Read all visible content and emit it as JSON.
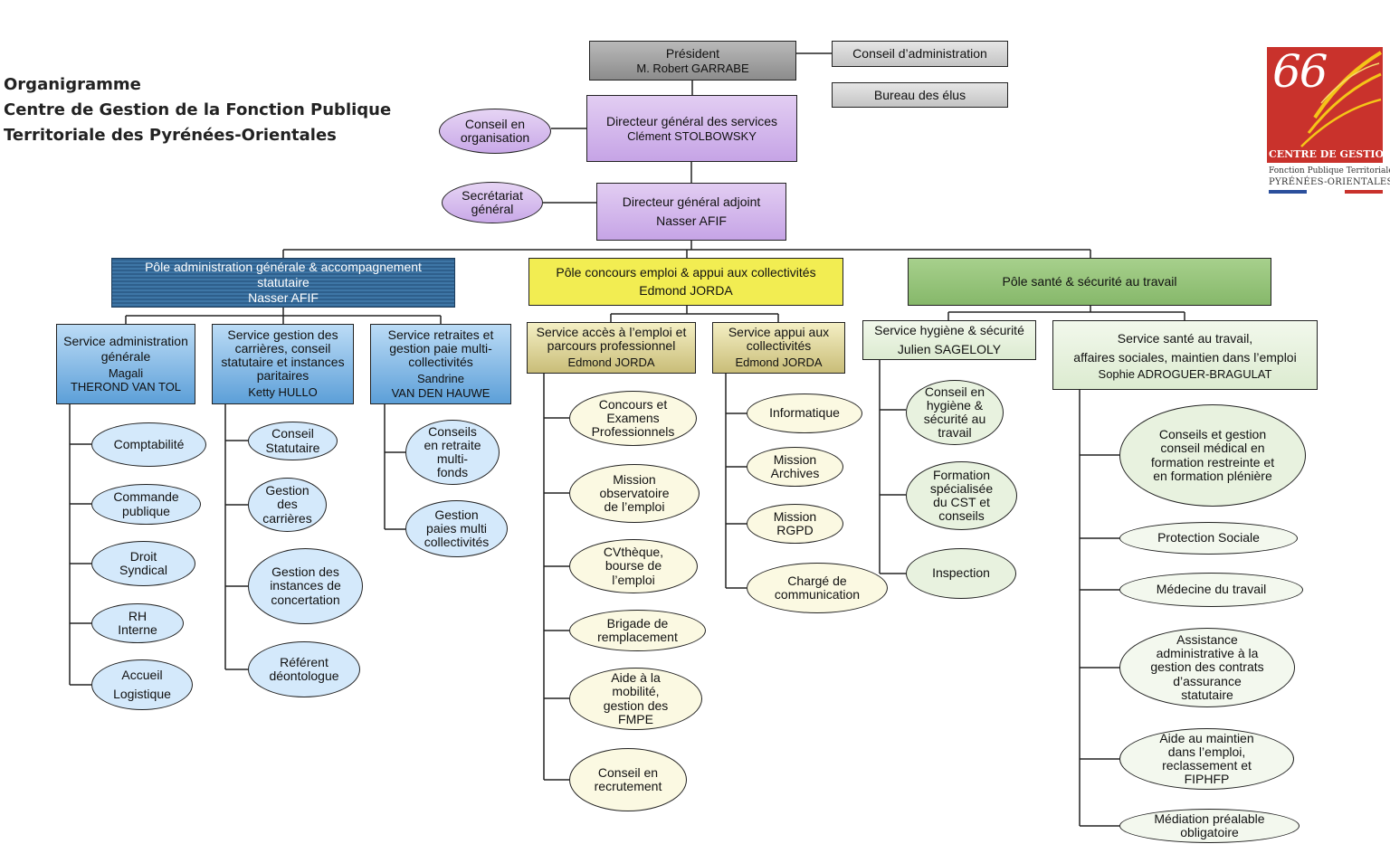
{
  "title": [
    "Organigramme",
    "Centre de Gestion de la Fonction Publique",
    "Territoriale des Pyrénées-Orientales"
  ],
  "logo": {
    "number": "66",
    "line1": "CENTRE DE GESTION",
    "line2": "Fonction Publique Territoriale",
    "line3": "PYRÉNÉES-ORIENTALES"
  },
  "colors": {
    "navy": "#2e5f8c",
    "yellow": "#f2ed52",
    "green": "#86b86a",
    "purple": "#c6a4e6",
    "blue": "#5c9fd8",
    "olive": "#c9bd78",
    "logo_red": "#c9322c",
    "logo_gold": "#f5c518"
  },
  "top": {
    "president": {
      "title": "Président",
      "name": "M. Robert GARRABE"
    },
    "conseil_admin": "Conseil d’administration",
    "bureau": "Bureau des élus",
    "dgs": {
      "title": "Directeur général des services",
      "name": "Clément STOLBOWSKY"
    },
    "conseil_org": "Conseil en\norganisation",
    "dga": {
      "title": "Directeur général adjoint",
      "name": "Nasser AFIF"
    },
    "secretariat": "Secrétariat\ngénéral"
  },
  "poles": {
    "admin": {
      "title": "Pôle administration générale &  accompagnement\nstatutaire",
      "name": "Nasser AFIF"
    },
    "concours": {
      "title": "Pôle concours emploi & appui aux collectivités",
      "name": "Edmond JORDA"
    },
    "sante": {
      "title": "Pôle santé & sécurité au travail"
    }
  },
  "services": {
    "adm_gen": {
      "title": "Service administration\ngénérale",
      "name": "Magali\nTHEROND VAN TOL"
    },
    "carrieres": {
      "title": "Service gestion des\ncarrières, conseil\nstatutaire et instances\nparitaires",
      "name": "Ketty HULLO"
    },
    "retraites": {
      "title": "Service retraites et\ngestion paie multi-\ncollectivités",
      "name": "Sandrine\nVAN DEN HAUWE"
    },
    "acces": {
      "title": "Service accès à l’emploi et\nparcours professionnel",
      "name": "Edmond JORDA"
    },
    "appui": {
      "title": "Service appui aux\ncollectivités",
      "name": "Edmond JORDA"
    },
    "hygiene": {
      "title": "Service hygiène & sécurité",
      "name": "Julien SAGELOLY"
    },
    "sante": {
      "title": "Service santé au travail,\naffaires sociales, maintien dans l’emploi",
      "name": "Sophie ADROGUER-BRAGULAT"
    }
  },
  "activities": {
    "adm_gen": [
      "Comptabilité",
      "Commande\npublique",
      "Droit\nSyndical",
      "RH\nInterne",
      "Accueil\nLogistique"
    ],
    "carrieres": [
      "Conseil\nStatutaire",
      "Gestion\ndes\ncarrières",
      "Gestion des\ninstances de\nconcertation",
      "Référent\ndéontologue"
    ],
    "retraites": [
      "Conseils\nen retraite\nmulti-\nfonds",
      "Gestion\npaies multi\ncollectivités"
    ],
    "acces": [
      "Concours et\nExamens\nProfessionnels",
      "Mission\nobservatoire\nde l’emploi",
      "CVthèque,\nbourse de\nl’emploi",
      "Brigade de\nremplacement",
      "Aide à la\nmobilité,\ngestion des\nFMPE",
      "Conseil en\nrecrutement"
    ],
    "appui": [
      "Informatique",
      "Mission\nArchives",
      "Mission\nRGPD",
      "Chargé de\ncommunication"
    ],
    "hygiene": [
      "Conseil en\nhygiène  &\nsécurité au\ntravail",
      "Formation\nspécialisée\ndu CST et\nconseils",
      "Inspection"
    ],
    "sante": [
      "Conseils et gestion\nconseil médical en\nformation restreinte et\nen formation plénière",
      "Protection Sociale",
      "Médecine du travail",
      "Assistance\nadministrative à la\ngestion des contrats\nd’assurance\nstatutaire",
      "Aide au maintien\ndans l’emploi,\nreclassement et\nFIPHFP",
      "Médiation préalable\nobligatoire"
    ]
  }
}
